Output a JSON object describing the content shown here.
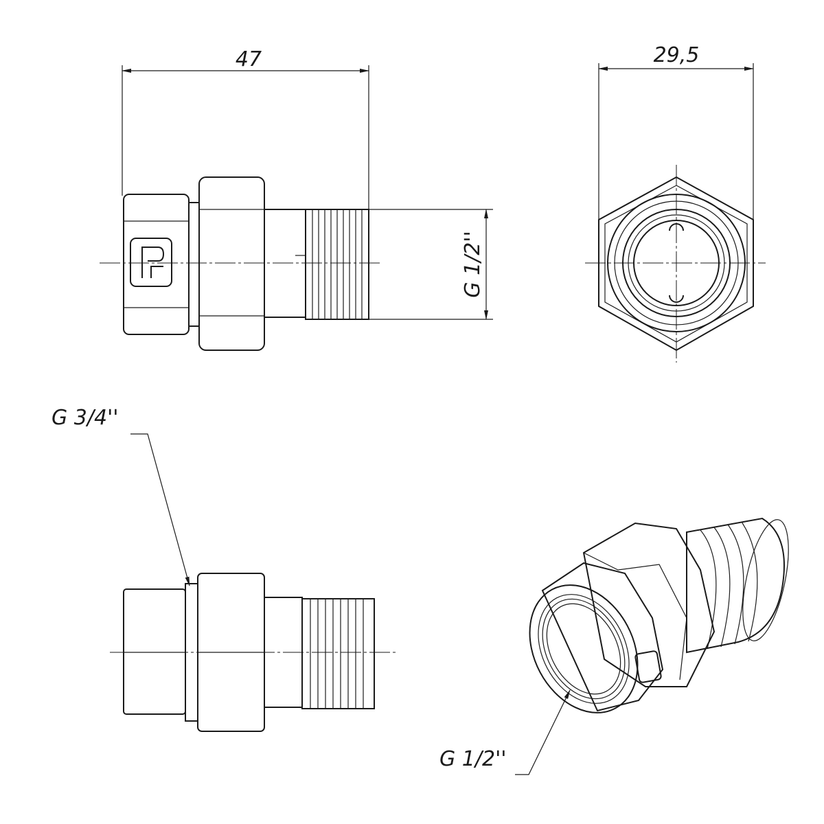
{
  "drawing": {
    "side_view": {
      "length_dim": "47",
      "thread_dim": "G 1/2''"
    },
    "end_view": {
      "width_dim": "29,5"
    },
    "bottom_view": {
      "nut_thread_label": "G 3/4''"
    },
    "iso_view": {
      "inner_thread_label": "G 1/2''"
    },
    "colors": {
      "line": "#1a1a1a",
      "background": "#ffffff"
    }
  }
}
